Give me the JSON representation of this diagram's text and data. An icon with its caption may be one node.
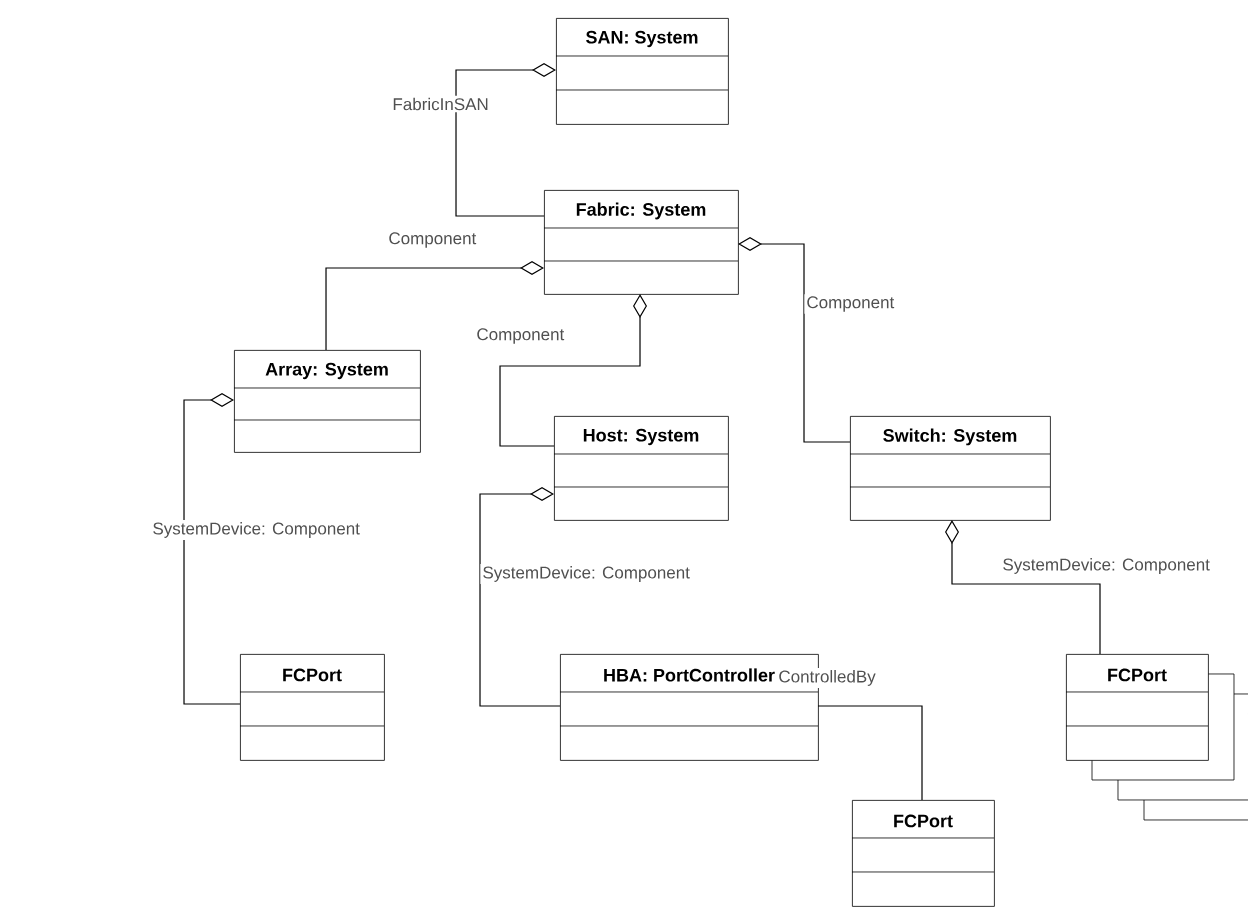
{
  "diagram": {
    "nodes": [
      {
        "text": [
          "SAN: System"
        ]
      },
      {
        "text": [
          "Fabric: System"
        ]
      },
      {
        "text": [
          "Array: System"
        ]
      },
      {
        "text": [
          "Host: System"
        ]
      },
      {
        "text": [
          "Switch: System"
        ]
      },
      {
        "text": [
          "FCPort"
        ]
      },
      {
        "text": [
          "HBA: PortController"
        ]
      },
      {
        "text": [
          "FCPort"
        ]
      },
      {
        "text": [
          "FCPort"
        ]
      }
    ],
    "edges": [
      {
        "from": 1,
        "to": 0,
        "arrow": "other",
        "label": "FabricInSAN"
      },
      {
        "from": 2,
        "to": 1,
        "arrow": "other",
        "label": "Component"
      },
      {
        "from": 3,
        "to": 1,
        "arrow": "other",
        "label": "Component"
      },
      {
        "from": 4,
        "to": 1,
        "arrow": "other",
        "label": "Component"
      },
      {
        "from": 5,
        "to": 2,
        "arrow": "other",
        "label": "SystemDevice: Component"
      },
      {
        "from": 6,
        "to": 3,
        "arrow": "other",
        "label": "SystemDevice: Component"
      },
      {
        "from": 8,
        "to": 4,
        "arrow": "other",
        "label": "SystemDevice: Component"
      },
      {
        "from": 6,
        "to": 7,
        "arrow": "none",
        "label": "ControlledBy"
      }
    ]
  }
}
